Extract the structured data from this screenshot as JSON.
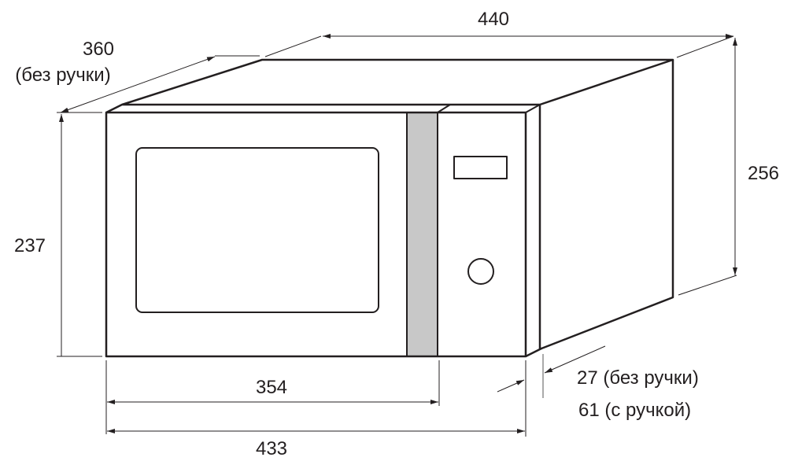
{
  "dimensions": {
    "width": {
      "value": "440"
    },
    "depth": {
      "value": "360",
      "note": "(без ручки)"
    },
    "front_height": {
      "value": "237"
    },
    "total_height": {
      "value": "256"
    },
    "door_width": {
      "value": "354"
    },
    "front_width": {
      "value": "433"
    },
    "handle_depth": {
      "without_handle": "27 (без ручки)",
      "with_handle": "61 (с ручкой)"
    }
  },
  "colors": {
    "line": "#231f20",
    "handle": "#c8c8c8"
  }
}
